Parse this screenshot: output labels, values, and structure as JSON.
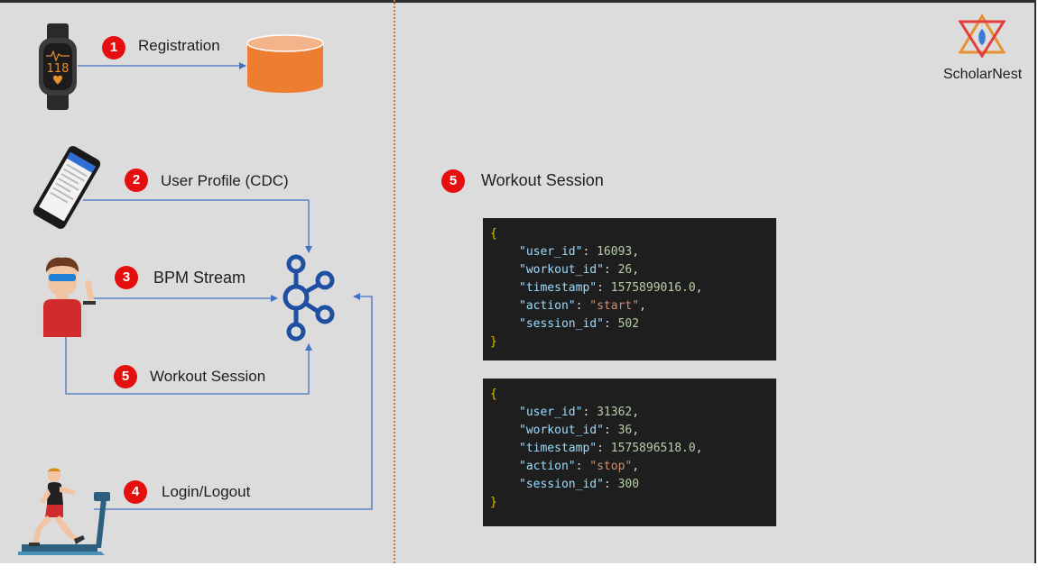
{
  "flow": {
    "step1": {
      "num": "1",
      "label": "Registration"
    },
    "step2": {
      "num": "2",
      "label": "User Profile (CDC)"
    },
    "step3": {
      "num": "3",
      "label": "BPM Stream"
    },
    "step5": {
      "num": "5",
      "label": "Workout Session"
    },
    "step4": {
      "num": "4",
      "label": "Login/Logout"
    },
    "watch_display": "118"
  },
  "detail": {
    "num": "5",
    "title": "Workout Session",
    "records": [
      {
        "open": "{",
        "fields": [
          {
            "key": "\"user_id\"",
            "value": "16093",
            "kind": "num",
            "trail": ","
          },
          {
            "key": "\"workout_id\"",
            "value": "26",
            "kind": "num",
            "trail": ","
          },
          {
            "key": "\"timestamp\"",
            "value": "1575899016.0",
            "kind": "num",
            "trail": ","
          },
          {
            "key": "\"action\"",
            "value": "\"start\"",
            "kind": "str",
            "trail": ","
          },
          {
            "key": "\"session_id\"",
            "value": "502",
            "kind": "num",
            "trail": ""
          }
        ],
        "close": "}"
      },
      {
        "open": "{",
        "fields": [
          {
            "key": "\"user_id\"",
            "value": "31362",
            "kind": "num",
            "trail": ","
          },
          {
            "key": "\"workout_id\"",
            "value": "36",
            "kind": "num",
            "trail": ","
          },
          {
            "key": "\"timestamp\"",
            "value": "1575896518.0",
            "kind": "num",
            "trail": ","
          },
          {
            "key": "\"action\"",
            "value": "\"stop\"",
            "kind": "str",
            "trail": ","
          },
          {
            "key": "\"session_id\"",
            "value": "300",
            "kind": "num",
            "trail": ""
          }
        ],
        "close": "}"
      }
    ]
  },
  "brand": {
    "name": "ScholarNest"
  },
  "colors": {
    "badge": "#e60f0f",
    "arrow": "#4472c4",
    "kafka": "#1f4fa3",
    "database": "#ed7d31",
    "divider": "#c8763a",
    "code_bg": "#1e1e1e"
  },
  "icons": [
    "smartwatch-icon",
    "database-icon",
    "smartphone-icon",
    "kafka-icon",
    "user-avatar-icon",
    "treadmill-runner-icon",
    "scholarnest-logo-icon"
  ]
}
